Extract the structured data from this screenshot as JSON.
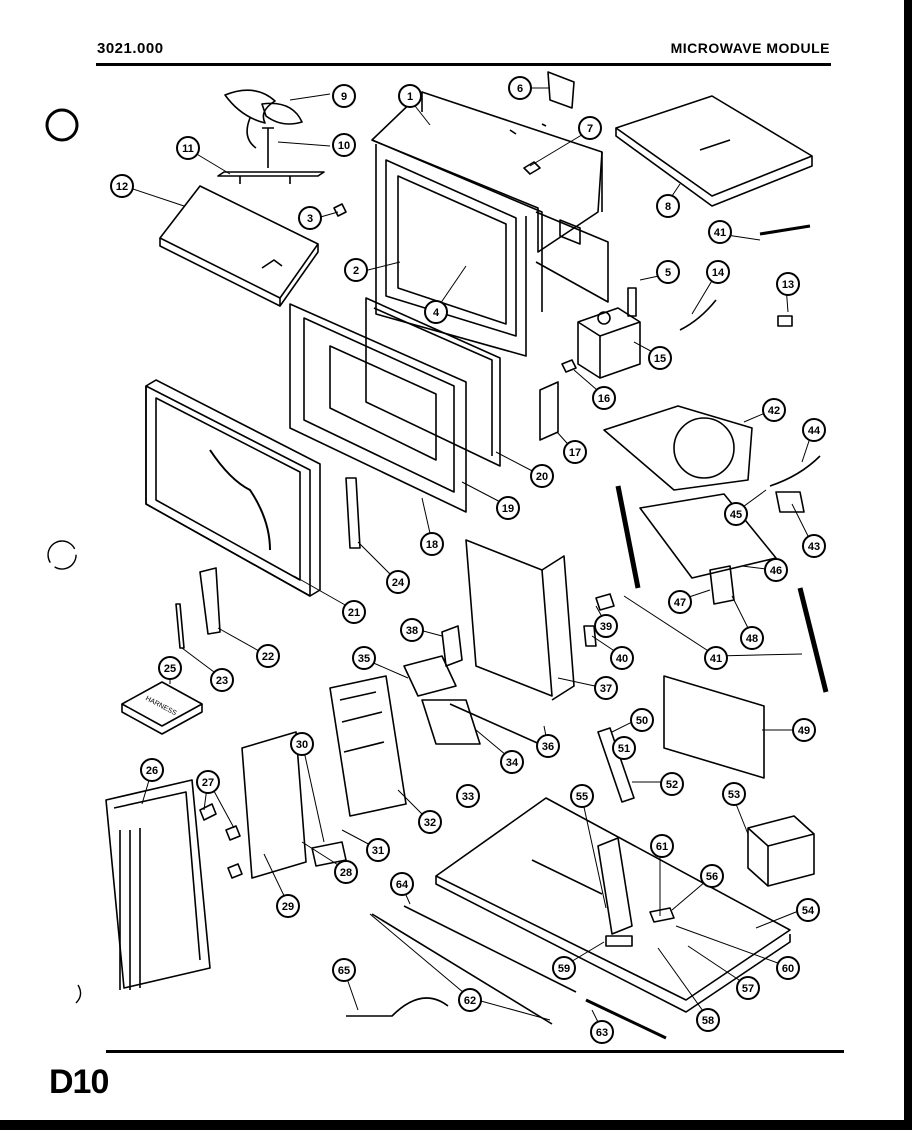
{
  "header": {
    "model_number": "3021.000",
    "section_title": "MICROWAVE MODULE"
  },
  "footer": {
    "page_code": "D10"
  },
  "diagram": {
    "part_label_text": "HARNESS",
    "callouts": [
      "1",
      "2",
      "3",
      "4",
      "5",
      "6",
      "7",
      "8",
      "9",
      "10",
      "11",
      "12",
      "13",
      "14",
      "15",
      "16",
      "17",
      "18",
      "19",
      "20",
      "21",
      "22",
      "23",
      "24",
      "25",
      "26",
      "27",
      "28",
      "29",
      "30",
      "31",
      "32",
      "33",
      "34",
      "35",
      "36",
      "37",
      "38",
      "39",
      "40",
      "41",
      "42",
      "44",
      "43",
      "45",
      "46",
      "47",
      "48",
      "49",
      "50",
      "51",
      "52",
      "53",
      "54",
      "55",
      "56",
      "57",
      "58",
      "59",
      "60",
      "61",
      "62",
      "63",
      "64",
      "65"
    ]
  }
}
